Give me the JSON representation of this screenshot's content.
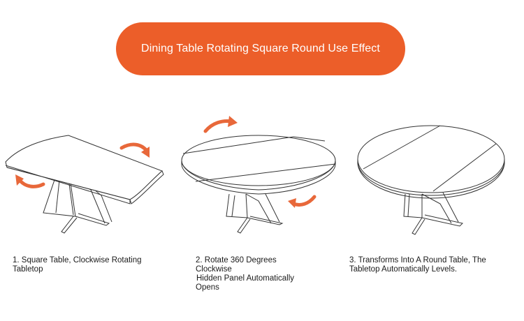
{
  "banner": {
    "title": "Dining Table Rotating Square Round Use Effect",
    "color": "#ec5e29"
  },
  "arrow_color": "#e8683a",
  "steps": [
    {
      "lines": [
        "1. Square Table, Clockwise Rotating",
        "Tabletop"
      ]
    },
    {
      "lines": [
        "2. Rotate 360 Degrees",
        "Clockwise",
        "Hidden Panel Automatically",
        "Opens"
      ]
    },
    {
      "lines": [
        "3. Transforms Into A Round Table, The",
        "Tabletop Automatically Levels."
      ]
    }
  ]
}
